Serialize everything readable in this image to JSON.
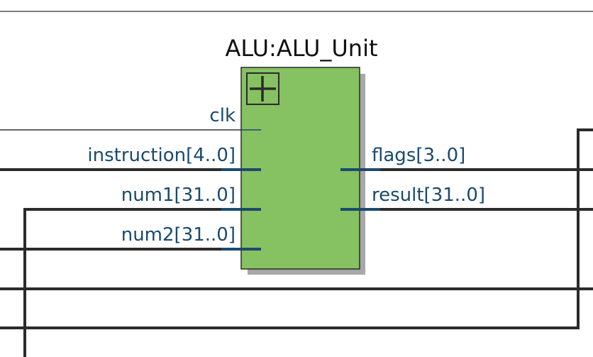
{
  "block": {
    "title": "ALU:ALU_Unit",
    "expand_symbol": "+"
  },
  "inputs": [
    {
      "label": "clk",
      "bus": false
    },
    {
      "label": "instruction[4..0]",
      "bus": true
    },
    {
      "label": "num1[31..0]",
      "bus": true
    },
    {
      "label": "num2[31..0]",
      "bus": true
    }
  ],
  "outputs": [
    {
      "label": "flags[3..0]",
      "bus": true
    },
    {
      "label": "result[31..0]",
      "bus": true
    }
  ],
  "colors": {
    "block_fill": "#86c162",
    "block_shadow": "#a8a8a8",
    "wire": "#2b2b2b",
    "port_stub": "#1a4a6e",
    "port_label": "#1a4a6e",
    "title": "#111111"
  }
}
